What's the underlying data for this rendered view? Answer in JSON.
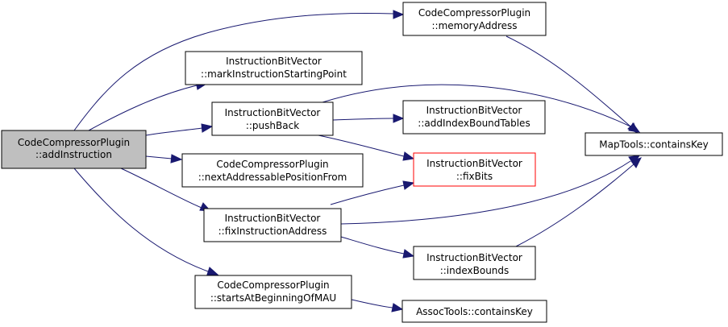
{
  "colors": {
    "edge": "#191970",
    "node_border": "#000000",
    "node_fill": "#ffffff",
    "root_fill": "#bfbfbf",
    "truncated_border": "#ff0000"
  },
  "nodes": {
    "root": {
      "line1": "CodeCompressorPlugin",
      "line2": "::addInstruction"
    },
    "memAddr": {
      "line1": "CodeCompressorPlugin",
      "line2": "::memoryAddress"
    },
    "markStart": {
      "line1": "InstructionBitVector",
      "line2": "::markInstructionStartingPoint"
    },
    "pushBack": {
      "line1": "InstructionBitVector",
      "line2": "::pushBack"
    },
    "addIndexBound": {
      "line1": "InstructionBitVector",
      "line2": "::addIndexBoundTables"
    },
    "mapContains": {
      "line1": "MapTools::containsKey"
    },
    "nextAddr": {
      "line1": "CodeCompressorPlugin",
      "line2": "::nextAddressablePositionFrom"
    },
    "fixBits": {
      "line1": "InstructionBitVector",
      "line2": "::fixBits"
    },
    "fixInstrAddr": {
      "line1": "InstructionBitVector",
      "line2": "::fixInstructionAddress"
    },
    "indexBounds": {
      "line1": "InstructionBitVector",
      "line2": "::indexBounds"
    },
    "startsAt": {
      "line1": "CodeCompressorPlugin",
      "line2": "::startsAtBeginningOfMAU"
    },
    "assocContains": {
      "line1": "AssocTools::containsKey"
    }
  }
}
